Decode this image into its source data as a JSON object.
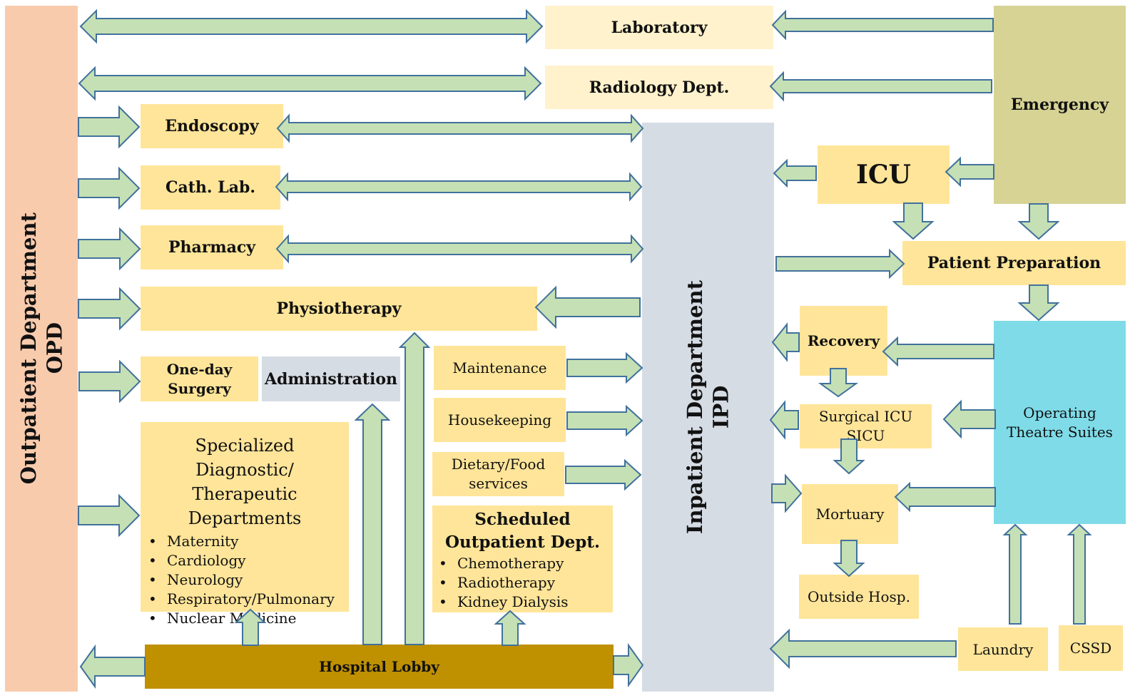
{
  "diagram": {
    "type": "hospital-department-flow",
    "colors": {
      "opd": "#f8cbad",
      "ipd": "#d6dce4",
      "emergency": "#d6d395",
      "department": "#ffe599",
      "imaging": "#fff2cc",
      "operating_theatre": "#7fdbe8",
      "lobby": "#bf9000",
      "administration": "#d6dce4",
      "arrow_fill": "#c5e0b4",
      "arrow_stroke": "#41719c"
    },
    "opd": {
      "line1": "Outpatient Department",
      "line2": "OPD"
    },
    "ipd": {
      "line1": "Inpatient Department",
      "line2": "IPD"
    },
    "laboratory": "Laboratory",
    "radiology": "Radiology Dept.",
    "emergency": "Emergency",
    "endoscopy": "Endoscopy",
    "cath_lab": "Cath. Lab.",
    "pharmacy": "Pharmacy",
    "physiotherapy": "Physiotherapy",
    "one_day_surgery": {
      "line1": "One-day",
      "line2": "Surgery"
    },
    "administration": "Administration",
    "specialized": {
      "title": "Specialized Diagnostic/ Therapeutic Departments",
      "items": [
        "Maternity",
        "Cardiology",
        "Neurology",
        "Respiratory/Pulmonary",
        "Nuclear Medicine"
      ]
    },
    "maintenance": "Maintenance",
    "housekeeping": "Housekeeping",
    "dietary": {
      "line1": "Dietary/Food",
      "line2": "services"
    },
    "scheduled_opd": {
      "title_line1": "Scheduled",
      "title_line2": "Outpatient Dept.",
      "items": [
        "Chemotherapy",
        "Radiotherapy",
        "Kidney Dialysis"
      ]
    },
    "hospital_lobby": "Hospital Lobby",
    "icu": "ICU",
    "patient_preparation": "Patient Preparation",
    "recovery": "Recovery",
    "sicu": {
      "line1": "Surgical ICU",
      "line2": "SICU"
    },
    "operating_theatre": {
      "line1": "Operating",
      "line2": "Theatre Suites"
    },
    "mortuary": "Mortuary",
    "outside_hosp": "Outside Hosp.",
    "laundry": "Laundry",
    "cssd": "CSSD",
    "connections": [
      {
        "from": "Laboratory",
        "to": "OPD",
        "bidirectional": true
      },
      {
        "from": "Radiology Dept.",
        "to": "OPD",
        "bidirectional": true
      },
      {
        "from": "Emergency",
        "to": "Laboratory"
      },
      {
        "from": "Emergency",
        "to": "Radiology Dept."
      },
      {
        "from": "OPD",
        "to": "Endoscopy"
      },
      {
        "from": "Endoscopy",
        "to": "IPD",
        "bidirectional": true
      },
      {
        "from": "OPD",
        "to": "Cath. Lab."
      },
      {
        "from": "Cath. Lab.",
        "to": "IPD",
        "bidirectional": true
      },
      {
        "from": "OPD",
        "to": "Pharmacy"
      },
      {
        "from": "Pharmacy",
        "to": "IPD",
        "bidirectional": true
      },
      {
        "from": "OPD",
        "to": "Physiotherapy"
      },
      {
        "from": "IPD",
        "to": "Physiotherapy"
      },
      {
        "from": "OPD",
        "to": "One-day Surgery"
      },
      {
        "from": "OPD",
        "to": "Specialized Diagnostic/Therapeutic Departments"
      },
      {
        "from": "Hospital Lobby",
        "to": "Administration"
      },
      {
        "from": "Hospital Lobby",
        "to": "Physiotherapy"
      },
      {
        "from": "Hospital Lobby",
        "to": "Specialized Diagnostic/Therapeutic Departments"
      },
      {
        "from": "Hospital Lobby",
        "to": "Scheduled Outpatient Dept."
      },
      {
        "from": "Hospital Lobby",
        "to": "OPD"
      },
      {
        "from": "Hospital Lobby",
        "to": "IPD"
      },
      {
        "from": "Maintenance",
        "to": "IPD"
      },
      {
        "from": "Housekeeping",
        "to": "IPD"
      },
      {
        "from": "Dietary/Food services",
        "to": "IPD"
      },
      {
        "from": "Emergency",
        "to": "ICU"
      },
      {
        "from": "ICU",
        "to": "IPD"
      },
      {
        "from": "ICU",
        "to": "Patient Preparation"
      },
      {
        "from": "Emergency",
        "to": "Patient Preparation"
      },
      {
        "from": "IPD",
        "to": "Patient Preparation"
      },
      {
        "from": "Patient Preparation",
        "to": "Operating Theatre Suites"
      },
      {
        "from": "Operating Theatre Suites",
        "to": "Recovery"
      },
      {
        "from": "Recovery",
        "to": "IPD"
      },
      {
        "from": "Recovery",
        "to": "Surgical ICU"
      },
      {
        "from": "Operating Theatre Suites",
        "to": "Surgical ICU"
      },
      {
        "from": "Surgical ICU",
        "to": "IPD"
      },
      {
        "from": "Surgical ICU",
        "to": "Mortuary"
      },
      {
        "from": "IPD",
        "to": "Mortuary"
      },
      {
        "from": "Operating Theatre Suites",
        "to": "Mortuary"
      },
      {
        "from": "Mortuary",
        "to": "Outside Hosp."
      },
      {
        "from": "Laundry",
        "to": "Operating Theatre Suites"
      },
      {
        "from": "CSSD",
        "to": "Operating Theatre Suites"
      },
      {
        "from": "Laundry",
        "to": "IPD"
      }
    ]
  }
}
